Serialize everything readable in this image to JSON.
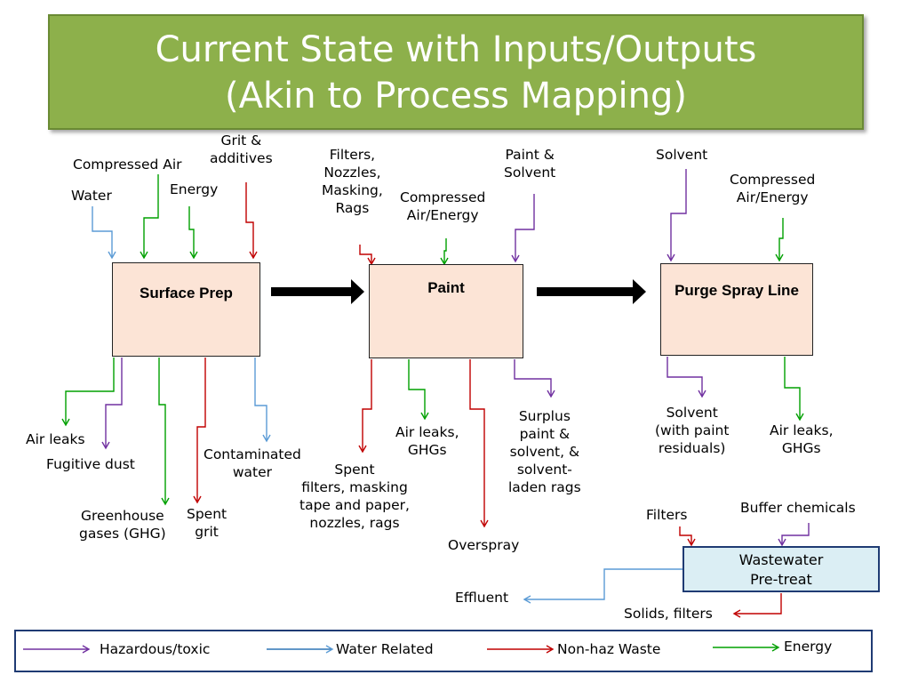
{
  "title": {
    "line1": "Current State with Inputs/Outputs",
    "line2": "(Akin to Process Mapping)"
  },
  "boxes": {
    "surface_prep": "Surface Prep",
    "paint": "Paint",
    "purge": "Purge Spray Line",
    "wastewater_line1": "Wastewater",
    "wastewater_line2": "Pre-treat"
  },
  "labels": {
    "water": "Water",
    "compressed_air": "Compressed Air",
    "energy": "Energy",
    "grit": "Grit &\nadditives",
    "filters_nozzles": "Filters,\nNozzles,\nMasking,\nRags",
    "paint_compressed": "Compressed\nAir/Energy",
    "paint_solvent": "Paint &\nSolvent",
    "solvent": "Solvent",
    "purge_compressed": "Compressed\nAir/Energy",
    "air_leaks_sp": "Air leaks",
    "fugitive_dust": "Fugitive dust",
    "ghg": "Greenhouse\ngases (GHG)",
    "spent_grit": "Spent\ngrit",
    "contaminated_water": "Contaminated\nwater",
    "spent_filters": "Spent\nfilters, masking\ntape and paper,\nnozzles, rags",
    "air_leaks_paint": "Air leaks,\nGHGs",
    "overspray": "Overspray",
    "surplus": "Surplus\npaint &\nsolvent, &\nsolvent-\nladen rags",
    "solvent_residuals": "Solvent\n(with paint\nresiduals)",
    "air_leaks_purge": "Air leaks,\nGHGs",
    "filters_ww": "Filters",
    "buffer": "Buffer chemicals",
    "effluent": "Effluent",
    "solids": "Solids, filters"
  },
  "legend": [
    {
      "label": "Hazardous/toxic",
      "color": "#7030a0"
    },
    {
      "label": "Water Related",
      "color": "#2e75b6"
    },
    {
      "label": "Non-haz Waste",
      "color": "#c00000"
    },
    {
      "label": "Energy",
      "color": "#00a000"
    }
  ],
  "colors": {
    "hazardous": "#7030a0",
    "water": "#5b9bd5",
    "nonhaz": "#c00000",
    "energy": "#00a000"
  }
}
